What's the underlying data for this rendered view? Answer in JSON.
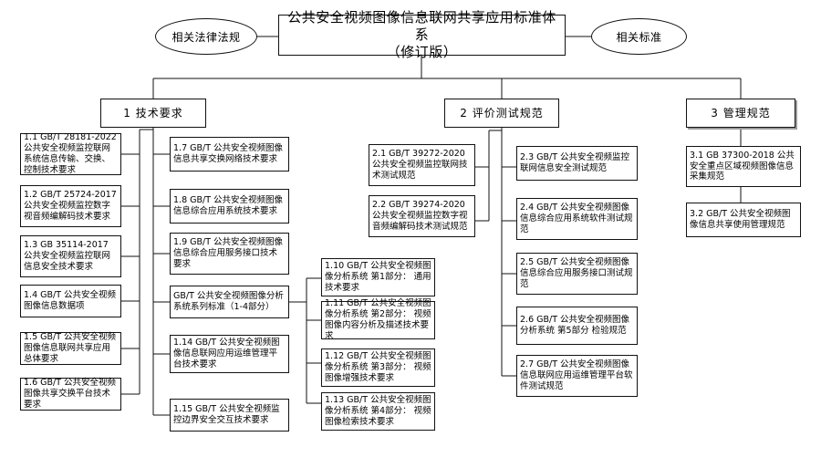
{
  "diagram": {
    "title_box": {
      "line1": "公共安全视频图像信息联网共享应用标准体系",
      "line2": "（修订版）"
    },
    "left_ellipse": "相关法律法规",
    "right_ellipse": "相关标准",
    "categories": [
      {
        "id": "cat-1",
        "label": "1 技术要求"
      },
      {
        "id": "cat-2",
        "label": "2 评价测试规范"
      },
      {
        "id": "cat-3",
        "label": "3 管理规范"
      }
    ],
    "tech_col1": [
      {
        "id": "1.1",
        "text": "1.1 GB/T 28181-2022 公共安全视频监控联网系统信息传输、交换、控制技术要求"
      },
      {
        "id": "1.2",
        "text": "1.2 GB/T 25724-2017 公共安全视频监控数字视音频编解码技术要求"
      },
      {
        "id": "1.3",
        "text": "1.3 GB 35114-2017 公共安全视频监控联网信息安全技术要求"
      },
      {
        "id": "1.4",
        "text": "1.4 GB/T 公共安全视频图像信息数据项"
      },
      {
        "id": "1.5",
        "text": "1.5 GB/T 公共安全视频图像信息联网共享应用总体要求"
      },
      {
        "id": "1.6",
        "text": "1.6 GB/T 公共安全视频图像共享交换平台技术要求"
      }
    ],
    "tech_col2": [
      {
        "id": "1.7",
        "text": "1.7 GB/T 公共安全视频图像信息共享交换网络技术要求"
      },
      {
        "id": "1.8",
        "text": "1.8 GB/T 公共安全视频图像信息综合应用系统技术要求"
      },
      {
        "id": "1.9",
        "text": "1.9 GB/T 公共安全视频图像信息综合应用服务接口技术要求"
      },
      {
        "id": "series",
        "text": "GB/T 公共安全视频图像分析系统系列标准（1-4部分）"
      },
      {
        "id": "1.14",
        "text": "1.14 GB/T 公共安全视频图像信息联网应用运维管理平台技术要求"
      },
      {
        "id": "1.15",
        "text": "1.15 GB/T 公共安全视频监控边界安全交互技术要求"
      }
    ],
    "tech_col3": [
      {
        "id": "1.10",
        "text": "1.10 GB/T 公共安全视频图像分析系统 第1部分： 通用技术要求"
      },
      {
        "id": "1.11",
        "text": "1.11 GB/T 公共安全视频图像分析系统 第2部分： 视频图像内容分析及描述技术要求"
      },
      {
        "id": "1.12",
        "text": "1.12 GB/T 公共安全视频图像分析系统 第3部分： 视频图像增强技术要求"
      },
      {
        "id": "1.13",
        "text": "1.13 GB/T 公共安全视频图像分析系统 第4部分： 视频图像检索技术要求"
      }
    ],
    "eval_col1": [
      {
        "id": "2.1",
        "text": "2.1 GB/T 39272-2020 公共安全视频监控联网技术测试规范"
      },
      {
        "id": "2.2",
        "text": "2.2 GB/T 39274-2020 公共安全视频监控数字视音频编解码技术测试规范"
      }
    ],
    "eval_col2": [
      {
        "id": "2.3",
        "text": "2.3 GB/T 公共安全视频监控联网信息安全测试规范"
      },
      {
        "id": "2.4",
        "text": "2.4 GB/T 公共安全视频图像信息综合应用系统软件测试规范"
      },
      {
        "id": "2.5",
        "text": "2.5 GB/T 公共安全视频图像信息综合应用服务接口测试规范"
      },
      {
        "id": "2.6",
        "text": "2.6 GB/T 公共安全视频图像分析系统 第5部分 检验规范"
      },
      {
        "id": "2.7",
        "text": "2.7 GB/T 公共安全视频图像信息联网应用运维管理平台软件测试规范"
      }
    ],
    "manage_col": [
      {
        "id": "3.1",
        "text": "3.1 GB 37300-2018 公共安全重点区域视频图像信息采集规范"
      },
      {
        "id": "3.2",
        "text": "3.2 GB/T 公共安全视频图像信息共享使用管理规范"
      }
    ]
  },
  "colors": {
    "stroke": "#111111",
    "background": "#ffffff",
    "shadow": "#9a9a9a"
  }
}
